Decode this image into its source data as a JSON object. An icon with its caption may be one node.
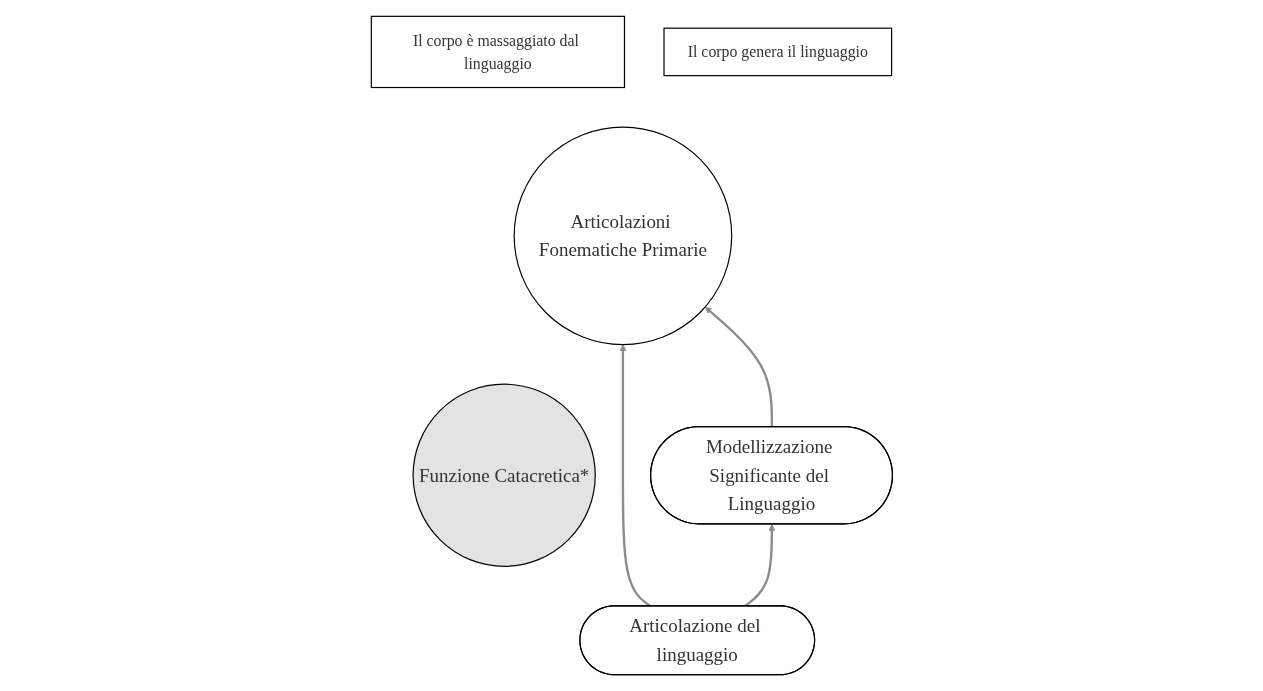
{
  "diagram": {
    "nodes": [
      {
        "text": [
          "Il corpo è massaggiato dal linguaggio"
        ]
      },
      {
        "text": [
          "Il corpo genera il linguaggio"
        ]
      },
      {
        "text": [
          "Articolazioni Fonematiche Primarie"
        ]
      },
      {
        "text": [
          "Articolazione del linguaggio"
        ]
      },
      {
        "text": [
          "Funzione Catacretica*"
        ]
      },
      {
        "text": [
          "Modellizzazione Significante del Linguaggio"
        ]
      }
    ],
    "edges": [
      {
        "from": 3,
        "to": 2,
        "arrow": "to"
      },
      {
        "from": 5,
        "to": 2,
        "arrow": "to"
      },
      {
        "from": 3,
        "to": 5,
        "arrow": "to"
      }
    ]
  }
}
